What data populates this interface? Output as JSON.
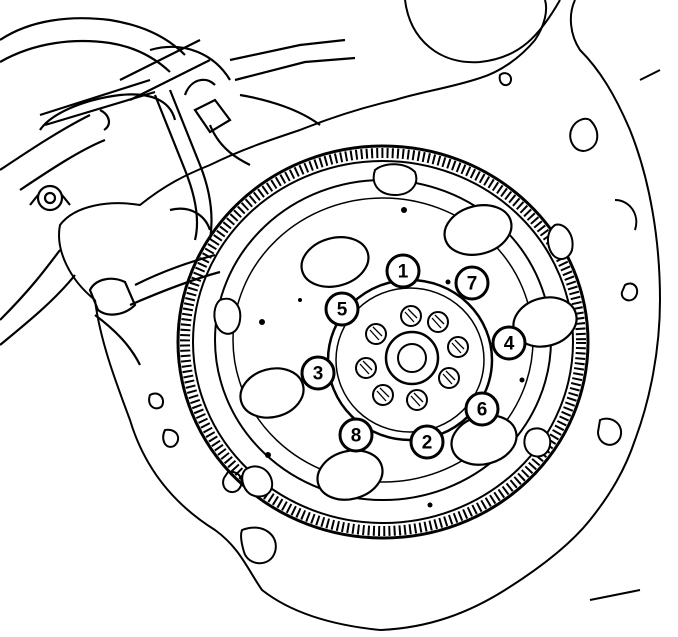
{
  "callouts": [
    "1",
    "2",
    "3",
    "4",
    "5",
    "6",
    "7",
    "8"
  ],
  "colors": {
    "ink": "#000000",
    "paper": "#ffffff"
  }
}
